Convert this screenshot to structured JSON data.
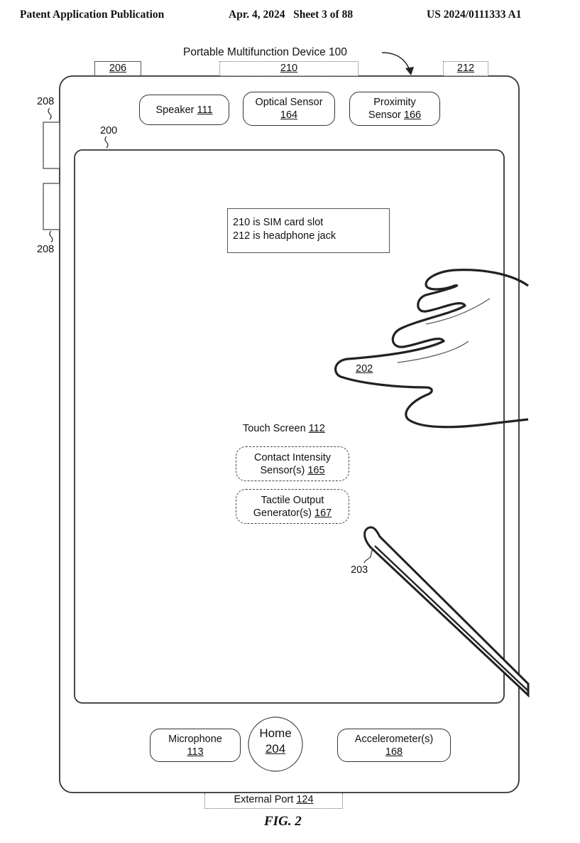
{
  "header": {
    "publication": "Patent Application Publication",
    "date_sheet": "Apr. 4, 2024   Sheet 3 of 88",
    "patent_number": "US 2024/0111333 A1"
  },
  "device": {
    "title": "Portable Multifunction Device 100"
  },
  "tabs": {
    "t206": "206",
    "t210": "210",
    "t212": "212"
  },
  "side": {
    "ref_top": "208",
    "ref_bottom": "208",
    "ref_200": "200"
  },
  "top_components": {
    "speaker_label": "Speaker ",
    "speaker_num": "111",
    "optical_label": "Optical Sensor",
    "optical_num": "164",
    "proximity_line1": "Proximity",
    "proximity_label": "Sensor ",
    "proximity_num": "166"
  },
  "note": {
    "line1": "210 is SIM card slot",
    "line2": "212 is headphone jack"
  },
  "screen": {
    "finger_ref": "202",
    "touch_label": "Touch Screen ",
    "touch_num": "112",
    "contact_line1": "Contact Intensity",
    "contact_label": "Sensor(s) ",
    "contact_num": "165",
    "tactile_line1": "Tactile Output",
    "tactile_label": "Generator(s) ",
    "tactile_num": "167",
    "stylus_ref": "203"
  },
  "bottom_components": {
    "mic_label": "Microphone",
    "mic_num": "113",
    "home_label": "Home",
    "home_num": "204",
    "accel_label": "Accelerometer(s)",
    "accel_num": "168"
  },
  "external_port": {
    "label": "External Port ",
    "num": "124"
  },
  "figure_label": "FIG. 2"
}
